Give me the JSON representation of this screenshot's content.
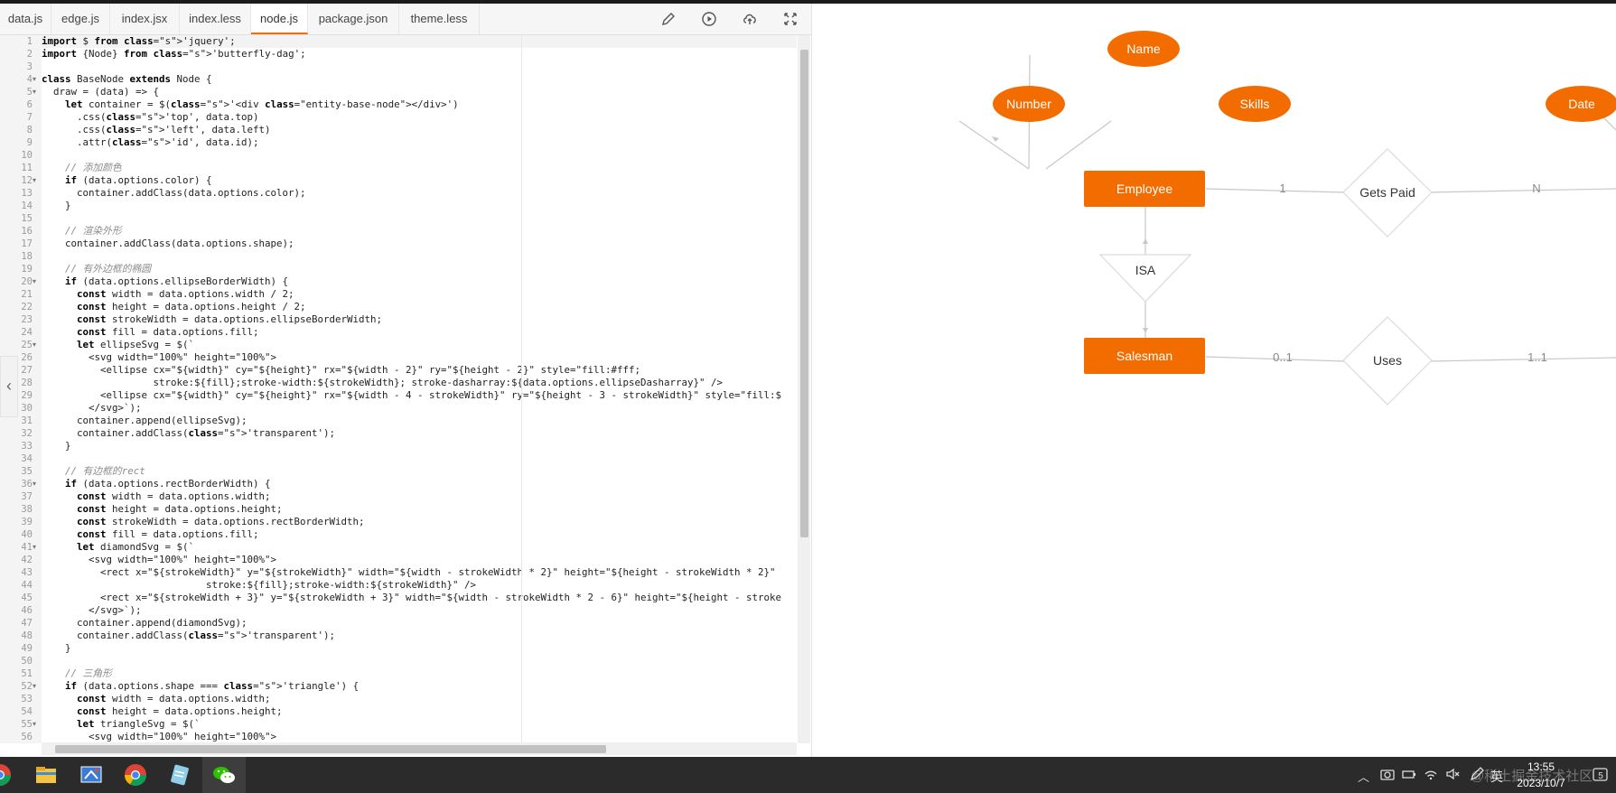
{
  "editor": {
    "tabs": [
      {
        "label": "data.js"
      },
      {
        "label": "edge.js"
      },
      {
        "label": "index.jsx"
      },
      {
        "label": "index.less"
      },
      {
        "label": "node.js"
      },
      {
        "label": "package.json"
      },
      {
        "label": "theme.less"
      }
    ],
    "active_tab": "node.js",
    "toolbar": [
      "edit-icon",
      "play-icon",
      "upload-icon",
      "fullscreen-icon"
    ],
    "line_numbers": [
      "1",
      "2",
      "3",
      "4",
      "5",
      "6",
      "7",
      "8",
      "9",
      "10",
      "11",
      "12",
      "13",
      "14",
      "15",
      "16",
      "17",
      "18",
      "19",
      "20",
      "21",
      "22",
      "23",
      "24",
      "25",
      "26",
      "27",
      "28",
      "29",
      "30",
      "31",
      "32",
      "33",
      "34",
      "35",
      "36",
      "37",
      "38",
      "39",
      "40",
      "41",
      "42",
      "43",
      "44",
      "45",
      "46",
      "47",
      "48",
      "49",
      "50",
      "51",
      "52",
      "53",
      "54",
      "55",
      "56",
      "57"
    ],
    "code_lines": [
      "import $ from 'jquery';",
      "import {Node} from 'butterfly-dag';",
      "",
      "class BaseNode extends Node {",
      "  draw = (data) => {",
      "    let container = $('<div class=\"entity-base-node\"></div>')",
      "      .css('top', data.top)",
      "      .css('left', data.left)",
      "      .attr('id', data.id);",
      "",
      "    // 添加颜色",
      "    if (data.options.color) {",
      "      container.addClass(data.options.color);",
      "    }",
      "",
      "    // 渲染外形",
      "    container.addClass(data.options.shape);",
      "",
      "    // 有外边框的椭圆",
      "    if (data.options.ellipseBorderWidth) {",
      "      const width = data.options.width / 2;",
      "      const height = data.options.height / 2;",
      "      const strokeWidth = data.options.ellipseBorderWidth;",
      "      const fill = data.options.fill;",
      "      let ellipseSvg = $(`",
      "        <svg width=\"100%\" height=\"100%\">",
      "          <ellipse cx=\"${width}\" cy=\"${height}\" rx=\"${width - 2}\" ry=\"${height - 2}\" style=\"fill:#fff;",
      "                   stroke:${fill};stroke-width:${strokeWidth}; stroke-dasharray:${data.options.ellipseDasharray}\" />",
      "          <ellipse cx=\"${width}\" cy=\"${height}\" rx=\"${width - 4 - strokeWidth}\" ry=\"${height - 3 - strokeWidth}\" style=\"fill:$",
      "        </svg>`);",
      "      container.append(ellipseSvg);",
      "      container.addClass('transparent');",
      "    }",
      "",
      "    // 有边框的rect",
      "    if (data.options.rectBorderWidth) {",
      "      const width = data.options.width;",
      "      const height = data.options.height;",
      "      const strokeWidth = data.options.rectBorderWidth;",
      "      const fill = data.options.fill;",
      "      let diamondSvg = $(`",
      "        <svg width=\"100%\" height=\"100%\">",
      "          <rect x=\"${strokeWidth}\" y=\"${strokeWidth}\" width=\"${width - strokeWidth * 2}\" height=\"${height - strokeWidth * 2}\"",
      "                            stroke:${fill};stroke-width:${strokeWidth}\" />",
      "          <rect x=\"${strokeWidth + 3}\" y=\"${strokeWidth + 3}\" width=\"${width - strokeWidth * 2 - 6}\" height=\"${height - stroke",
      "        </svg>`);",
      "      container.append(diamondSvg);",
      "      container.addClass('transparent');",
      "    }",
      "",
      "    // 三角形",
      "    if (data.options.shape === 'triangle') {",
      "      const width = data.options.width;",
      "      const height = data.options.height;",
      "      let triangleSvg = $(`",
      "        <svg width=\"100%\" height=\"100%\">",
      ""
    ],
    "fold_markers": [
      "4",
      "5",
      "12",
      "20",
      "25",
      "36",
      "41",
      "52",
      "55"
    ]
  },
  "diagram": {
    "attributes": [
      {
        "id": "name",
        "label": "Name"
      },
      {
        "id": "number",
        "label": "Number"
      },
      {
        "id": "skills",
        "label": "Skills"
      },
      {
        "id": "date",
        "label": "Date"
      }
    ],
    "entities": [
      {
        "id": "employee",
        "label": "Employee"
      },
      {
        "id": "salesman",
        "label": "Salesman"
      }
    ],
    "relations": [
      {
        "id": "gets-paid",
        "label": "Gets Paid"
      },
      {
        "id": "isa",
        "label": "ISA"
      },
      {
        "id": "uses",
        "label": "Uses"
      }
    ],
    "cardinalities": [
      {
        "id": "emp-gets",
        "label": "1"
      },
      {
        "id": "gets-right",
        "label": "N"
      },
      {
        "id": "sales-uses",
        "label": "0..1"
      },
      {
        "id": "uses-right",
        "label": "1..1"
      }
    ],
    "accent_color": "#f36c00"
  },
  "taskbar": {
    "apps": [
      "chrome-icon",
      "file-explorer-icon",
      "snipping-tool-icon",
      "chrome-icon",
      "notepad-icon",
      "wechat-icon"
    ],
    "ime": "英",
    "time": "13:55",
    "date": "2023/10/7",
    "notification_badge": "5",
    "watermark": "@稀土掘金技术社区"
  }
}
